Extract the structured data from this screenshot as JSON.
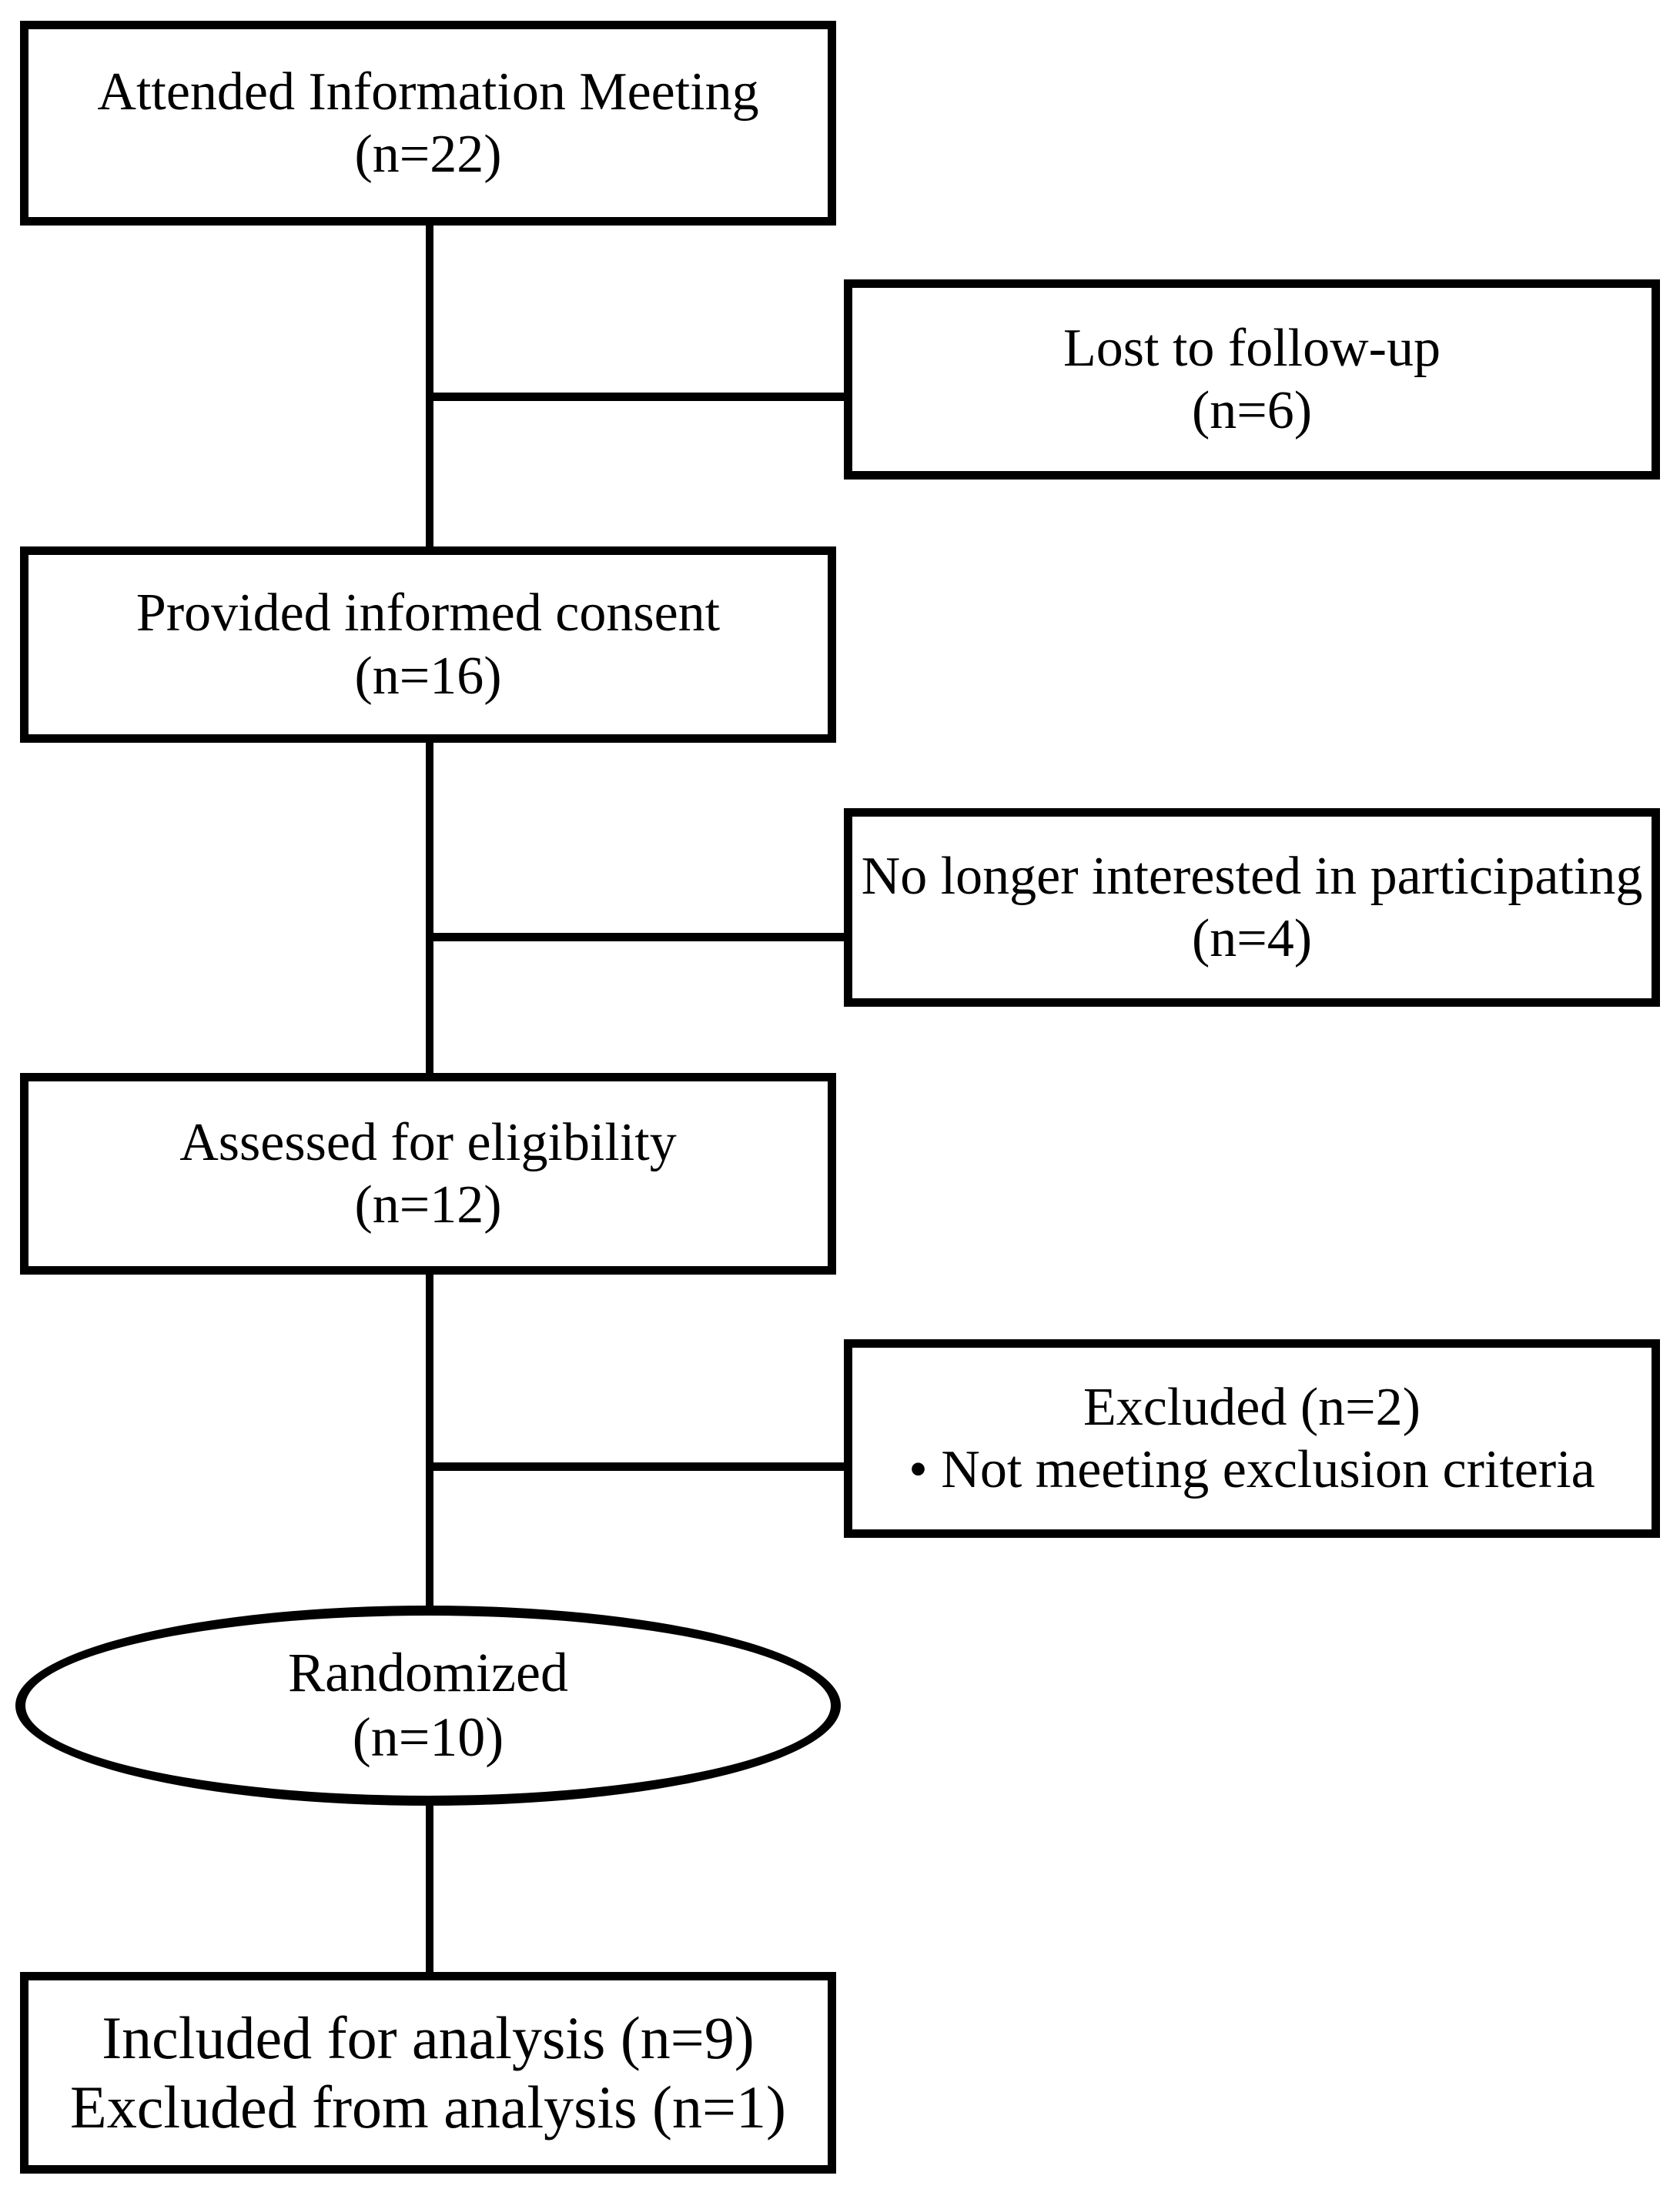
{
  "diagram": {
    "type": "flowchart",
    "background_color": "#ffffff",
    "line_color": "#000000",
    "nodes": {
      "attended": {
        "shape": "rect",
        "line1": "Attended Information Meeting",
        "line2": "(n=22)"
      },
      "lost": {
        "shape": "rect",
        "line1": "Lost to follow-up",
        "line2": "(n=6)"
      },
      "consent": {
        "shape": "rect",
        "line1": "Provided informed consent",
        "line2": "(n=16)"
      },
      "nolonger": {
        "shape": "rect",
        "line1": "No longer interested in participating",
        "line2": "(n=4)"
      },
      "assessed": {
        "shape": "rect",
        "line1": "Assessed for eligibility",
        "line2": "(n=12)"
      },
      "excluded": {
        "shape": "rect",
        "line1": "Excluded (n=2)",
        "line2": "• Not meeting exclusion criteria"
      },
      "randomized": {
        "shape": "ellipse",
        "line1": "Randomized",
        "line2": "(n=10)"
      },
      "analysis": {
        "shape": "rect",
        "line1": "Included for analysis (n=9)",
        "line2": "Excluded from analysis (n=1)"
      }
    },
    "edges": [
      {
        "from": "attended",
        "to": "consent",
        "branch_to": "lost"
      },
      {
        "from": "consent",
        "to": "assessed",
        "branch_to": "nolonger"
      },
      {
        "from": "assessed",
        "to": "randomized",
        "branch_to": "excluded"
      },
      {
        "from": "randomized",
        "to": "analysis"
      }
    ]
  }
}
